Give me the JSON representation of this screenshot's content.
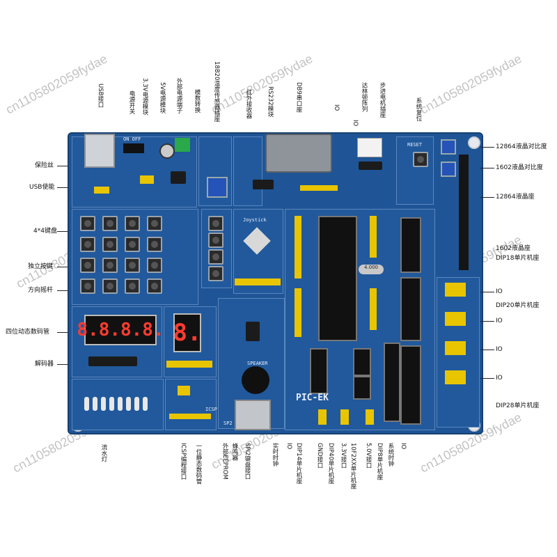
{
  "board": {
    "name": "PIC-EK",
    "seg4_digits": "8.8.8.8.",
    "seg1_digit": "8.",
    "crystal": "4.000",
    "silk_reset": "RESET",
    "silk_joystick": "Joystick",
    "silk_speaker": "SPEAKER",
    "silk_icsp": "ICSP",
    "silk_sp2": "SP2",
    "silk_on_off": "ON OFF"
  },
  "labels_top": [
    "USB接口",
    "电源开关",
    "3.3V电源模块",
    "5V电源模块",
    "外部电源端子",
    "模数转换",
    "18B20温度传感器插座",
    "红外接收器",
    "RS232模块",
    "DB9串口座",
    "IO",
    "IO",
    "达林顿阵列",
    "步进电机插座",
    "系统复位"
  ],
  "labels_left": [
    "保险丝",
    "USB使能",
    "4*4键盘",
    "独立按键",
    "方向摇杆",
    "四位动态数码管",
    "解码器"
  ],
  "labels_right": [
    "12864液晶对比度",
    "1602液晶对比度",
    "12864液晶座",
    "1602液晶座",
    "DIP18单片机座",
    "IO",
    "DIP20单片机座",
    "IO",
    "IO",
    "IO",
    "DIP28单片机座"
  ],
  "labels_bottom": [
    "流水灯",
    "ICSP编程接口",
    "一位静态数码管",
    "外部EEPROM",
    "蜂鸣器",
    "SPI2键盘接口",
    "实时时钟",
    "IO",
    "DIP14单片机座",
    "GND接口",
    "DIP40单片机座",
    "3.3V接口",
    "10F2XX单片机座",
    "5.0V接口",
    "DIP8单片机座",
    "系统时钟",
    "IO"
  ],
  "watermark": "cn1105802059fydae"
}
